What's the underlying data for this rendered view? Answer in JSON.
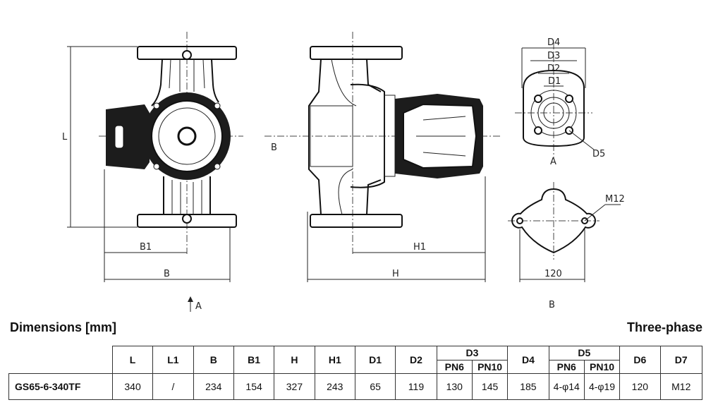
{
  "drawing": {
    "labels": {
      "L": "L",
      "B1": "B1",
      "B": "B",
      "H1": "H1",
      "H": "H",
      "D4": "D4",
      "D3": "D3",
      "D2": "D2",
      "D1": "D1",
      "D5": "D5",
      "M12": "M12",
      "width_120": "120",
      "view_A_arrow": "A",
      "view_B_arrow": "B",
      "view_A": "A",
      "view_B": "B"
    }
  },
  "section": {
    "title": "Dimensions [mm]",
    "phase": "Three-phase"
  },
  "table": {
    "headers": {
      "L": "L",
      "L1": "L1",
      "B": "B",
      "B1": "B1",
      "H": "H",
      "H1": "H1",
      "D1": "D1",
      "D2": "D2",
      "D3": "D3",
      "D4": "D4",
      "D5": "D5",
      "D6": "D6",
      "D7": "D7",
      "PN6_a": "PN6",
      "PN10_a": "PN10",
      "PN6_b": "PN6",
      "PN10_b": "PN10"
    },
    "row": {
      "model": "GS65-6-340TF",
      "L": "340",
      "L1": "/",
      "B": "234",
      "B1": "154",
      "H": "327",
      "H1": "243",
      "D1": "65",
      "D2": "119",
      "D3_PN6": "130",
      "D3_PN10": "145",
      "D4": "185",
      "D5_PN6": "4-φ14",
      "D5_PN10": "4-φ19",
      "D6": "120",
      "D7": "M12"
    }
  }
}
